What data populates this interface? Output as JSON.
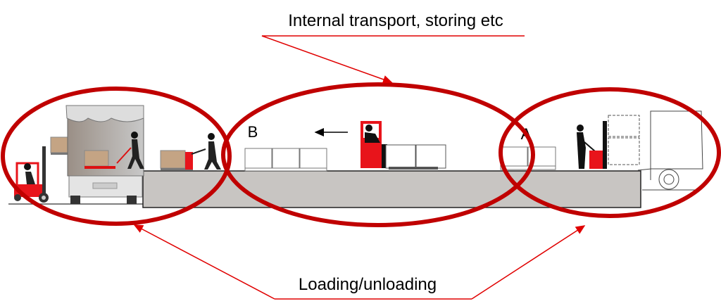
{
  "labels": {
    "top": "Internal transport, storing etc",
    "bottom": "Loading/unloading",
    "point_b": "B",
    "point_a": "A"
  },
  "colors": {
    "ellipse": "#c00000",
    "platform": "#c8c5c2",
    "forklift": "#e8141b",
    "box": "#c4a484"
  },
  "direction_arrow": "left"
}
